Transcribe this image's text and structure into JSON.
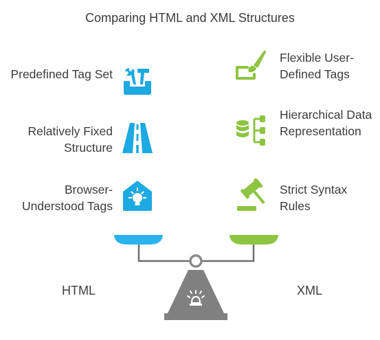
{
  "title": "Comparing HTML and XML Structures",
  "html_side": {
    "label": "HTML",
    "color": "#29b6f6",
    "features": [
      {
        "text": "Predefined Tag Set",
        "icon": "tools-icon"
      },
      {
        "text": "Relatively Fixed Structure",
        "icon": "road-icon"
      },
      {
        "text": "Browser-Understood Tags",
        "icon": "house-lightbulb-icon"
      }
    ]
  },
  "xml_side": {
    "label": "XML",
    "color": "#8bc34a",
    "features": [
      {
        "text": "Flexible User-Defined Tags",
        "icon": "paintbrush-icon"
      },
      {
        "text": "Hierarchical Data Representation",
        "icon": "database-hierarchy-icon"
      },
      {
        "text": "Strict Syntax Rules",
        "icon": "gavel-icon"
      }
    ]
  },
  "scale_color": "#7d7d7d"
}
